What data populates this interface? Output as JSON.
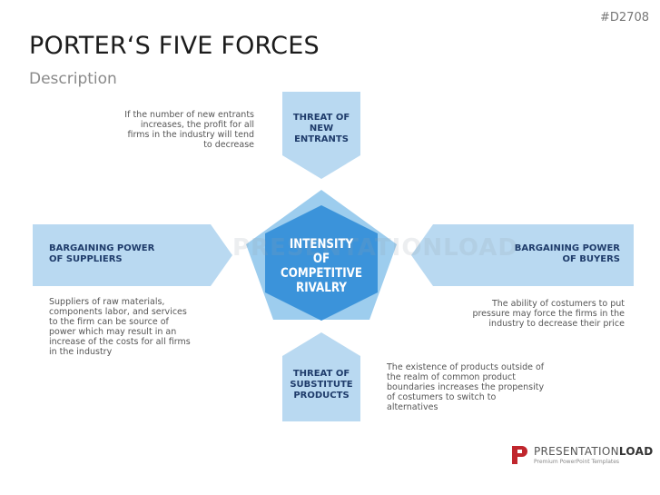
{
  "slide_id": "#D2708",
  "title": "PORTER‘S FIVE FORCES",
  "subtitle": "Description",
  "forces": {
    "top": {
      "label_lines": [
        "THREAT OF",
        "NEW",
        "ENTRANTS"
      ],
      "description_lines": [
        "If the number of new entrants",
        "increases, the profit for all",
        "firms in the industry will tend",
        "to decrease"
      ]
    },
    "left": {
      "label_lines": [
        "BARGAINING POWER",
        "OF SUPPLIERS"
      ],
      "description_lines": [
        "Suppliers of raw materials,",
        "components labor, and services",
        "to the firm can be source of",
        "power which may result in an",
        "increase of the costs for all firms",
        "in the industry"
      ]
    },
    "right": {
      "label_lines": [
        "BARGAINING POWER",
        "OF BUYERS"
      ],
      "description_lines": [
        "The ability of costumers to put",
        "pressure may force the firms in the",
        "industry to decrease their price"
      ]
    },
    "bottom": {
      "label_lines": [
        "THREAT OF",
        "SUBSTITUTE",
        "PRODUCTS"
      ],
      "description_lines": [
        "The existence of products outside of",
        "the realm of common product",
        "boundaries increases the propensity",
        "of costumers to switch to",
        "alternatives"
      ]
    }
  },
  "center": {
    "label_lines": [
      "INTENSITY OF",
      "COMPETITIVE",
      "RIVALRY"
    ]
  },
  "watermark": "PRESENTATIONLOAD",
  "logo": {
    "name_light": "PRESENTATION",
    "name_bold": "LOAD",
    "tagline": "Premium PowerPoint Templates"
  },
  "colors": {
    "light_blue": "#b9d9f1",
    "pentagon_blue": "#9dcdee",
    "hexagon_blue": "#3b93da",
    "label_navy": "#1f3c6b",
    "logo_red": "#c0262d"
  }
}
